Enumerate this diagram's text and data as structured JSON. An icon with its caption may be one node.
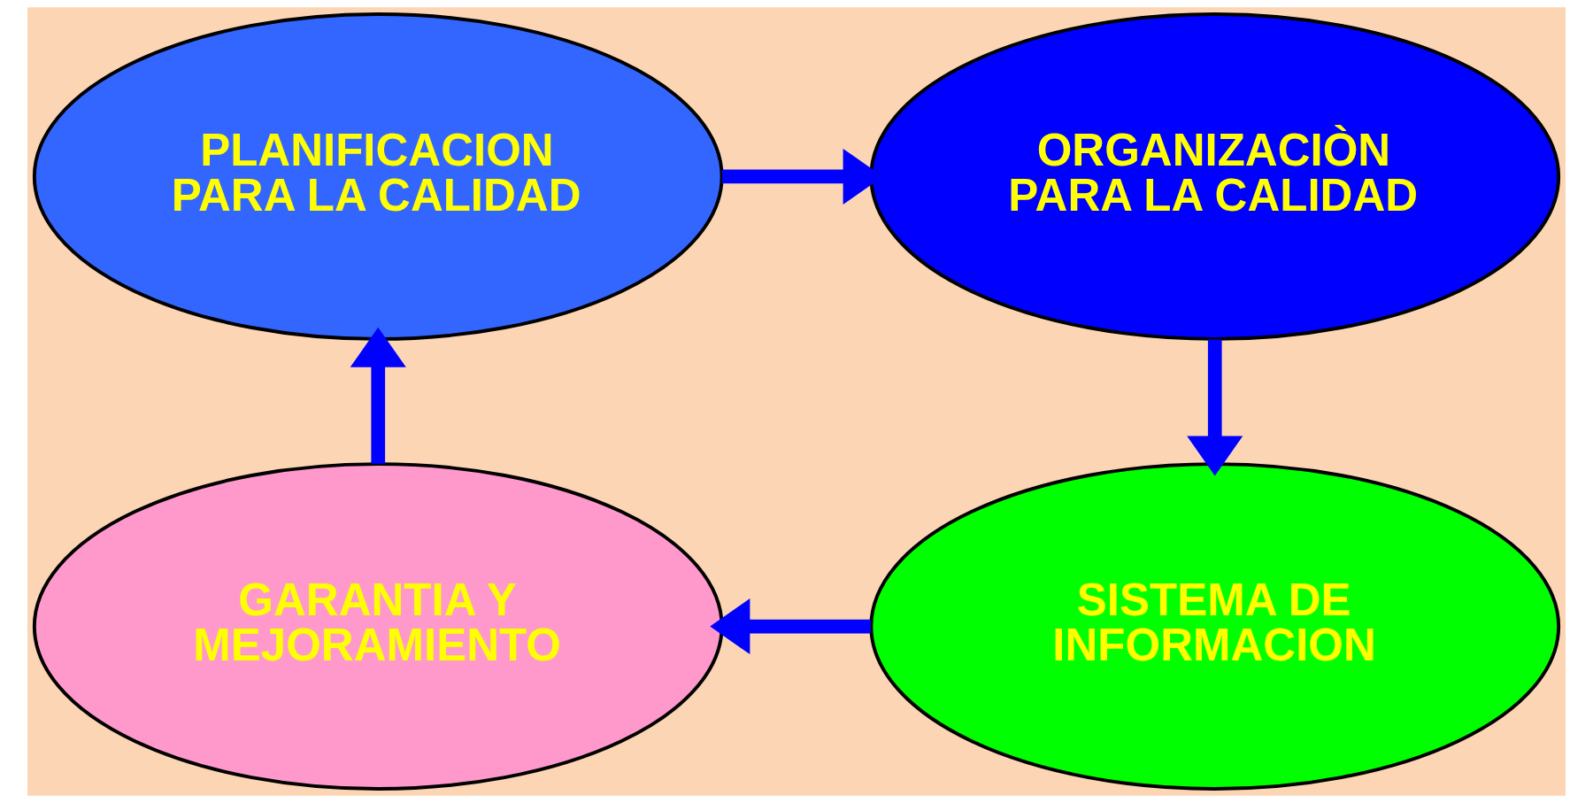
{
  "diagram": {
    "nodes": [
      {
        "text": [
          "PLANIFICACION PARA LA CALIDAD"
        ]
      },
      {
        "text": [
          "ORGANIZACIÒN PARA LA CALIDAD"
        ]
      },
      {
        "text": [
          "GARANTIA Y MEJORAMIENTO"
        ]
      },
      {
        "text": [
          "SISTEMA DE INFORMACION"
        ]
      }
    ],
    "edges": [
      {
        "from": 0,
        "to": 1,
        "arrow": "to"
      },
      {
        "from": 1,
        "to": 3,
        "arrow": "to"
      },
      {
        "from": 3,
        "to": 2,
        "arrow": "to"
      },
      {
        "from": 2,
        "to": 0,
        "arrow": "to"
      }
    ]
  }
}
